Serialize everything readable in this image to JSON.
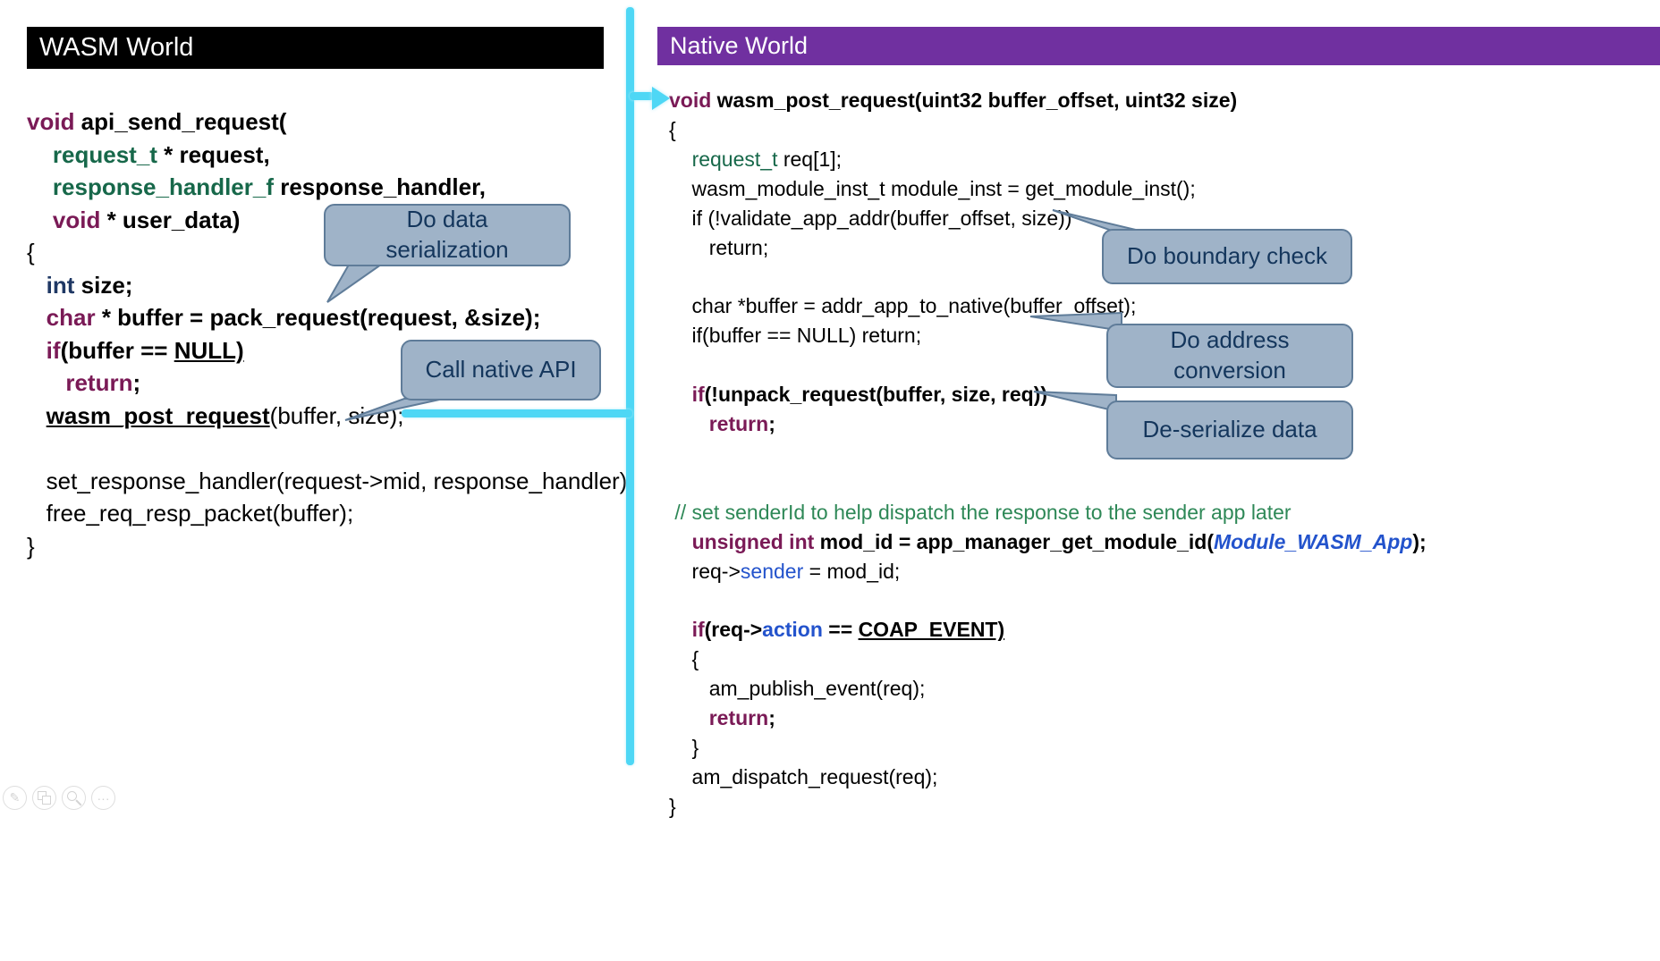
{
  "left_panel": {
    "header": "WASM World",
    "code": [
      [
        {
          "t": "void",
          "s": "kw"
        },
        {
          "t": " api_send_request(",
          "s": "b"
        }
      ],
      [
        {
          "t": "    ",
          "s": "b"
        },
        {
          "t": "request_t",
          "s": "g b"
        },
        {
          "t": " * request,",
          "s": "b"
        }
      ],
      [
        {
          "t": "    ",
          "s": "b"
        },
        {
          "t": "response_handler_f",
          "s": "g b"
        },
        {
          "t": " response_handler,",
          "s": "b"
        }
      ],
      [
        {
          "t": "    ",
          "s": "b"
        },
        {
          "t": "void",
          "s": "kw"
        },
        {
          "t": " * user_data)",
          "s": "b"
        }
      ],
      [
        {
          "t": "{"
        }
      ],
      [
        {
          "t": "   "
        },
        {
          "t": "int",
          "s": "nv"
        },
        {
          "t": " size;",
          "s": "b"
        }
      ],
      [
        {
          "t": "   "
        },
        {
          "t": "char",
          "s": "kw"
        },
        {
          "t": " * buffer = pack_request(request, &size);",
          "s": "b"
        }
      ],
      [
        {
          "t": "   "
        },
        {
          "t": "if",
          "s": "kw"
        },
        {
          "t": "(buffer == ",
          "s": "b"
        },
        {
          "t": "NULL)",
          "s": "b u"
        }
      ],
      [
        {
          "t": "      "
        },
        {
          "t": "return",
          "s": "kw"
        },
        {
          "t": ";",
          "s": "b"
        }
      ],
      [
        {
          "t": "   "
        },
        {
          "t": "wasm_post_request",
          "s": "b u"
        },
        {
          "t": "(buffer, size);"
        }
      ],
      [],
      [
        {
          "t": "   set_response_handler(request->mid, response_handler);"
        }
      ],
      [
        {
          "t": "   free_req_resp_packet(buffer);"
        }
      ],
      [
        {
          "t": "}"
        }
      ]
    ]
  },
  "right_panel": {
    "header": "Native World",
    "code": [
      [
        {
          "t": "void",
          "s": "kw"
        },
        {
          "t": " wasm_post_request(uint32 buffer_offset, uint32 size)",
          "s": "b"
        }
      ],
      [
        {
          "t": "{"
        }
      ],
      [
        {
          "t": "    "
        },
        {
          "t": "request_t",
          "s": "g"
        },
        {
          "t": " req[1];"
        }
      ],
      [
        {
          "t": "    wasm_module_inst_t module_inst = get_module_inst();"
        }
      ],
      [
        {
          "t": "    if (!validate_app_addr(buffer_offset, size))"
        }
      ],
      [
        {
          "t": "       return;"
        }
      ],
      [],
      [
        {
          "t": "    char *buffer = addr_app_to_native(buffer_offset);"
        }
      ],
      [
        {
          "t": "    if(buffer == NULL) return;"
        }
      ],
      [],
      [
        {
          "t": "    "
        },
        {
          "t": "if",
          "s": "kw"
        },
        {
          "t": "(!unpack_request(buffer, size, req))",
          "s": "b"
        }
      ],
      [
        {
          "t": "       "
        },
        {
          "t": "return",
          "s": "kw"
        },
        {
          "t": ";",
          "s": "b"
        }
      ],
      [],
      [],
      [
        {
          "t": " // set senderId to help dispatch the response to the sender app later",
          "s": "cm"
        }
      ],
      [
        {
          "t": "    "
        },
        {
          "t": "unsigned int",
          "s": "kw"
        },
        {
          "t": " mod_id = app_manager_get_module_id(",
          "s": "b"
        },
        {
          "t": "Module_WASM_App",
          "s": "bli"
        },
        {
          "t": ");",
          "s": "b"
        }
      ],
      [
        {
          "t": "    req->"
        },
        {
          "t": "sender",
          "s": "bl"
        },
        {
          "t": " = mod_id;"
        }
      ],
      [],
      [
        {
          "t": "    "
        },
        {
          "t": "if",
          "s": "kw"
        },
        {
          "t": "(req->",
          "s": "b"
        },
        {
          "t": "action",
          "s": "bl b"
        },
        {
          "t": " == ",
          "s": "b"
        },
        {
          "t": "COAP_EVENT)",
          "s": "b u"
        }
      ],
      [
        {
          "t": "    {"
        }
      ],
      [
        {
          "t": "       am_publish_event(req);"
        }
      ],
      [
        {
          "t": "       "
        },
        {
          "t": "return",
          "s": "kw"
        },
        {
          "t": ";",
          "s": "b"
        }
      ],
      [
        {
          "t": "    }"
        }
      ],
      [
        {
          "t": "    am_dispatch_request(req);"
        }
      ],
      [
        {
          "t": "}"
        }
      ]
    ]
  },
  "callouts": {
    "serialization": "Do data\nserialization",
    "native_api": "Call native API",
    "boundary": "Do boundary check",
    "address": "Do address\nconversion",
    "deserialize": "De-serialize data"
  },
  "colors": {
    "header_left_bg": "#000000",
    "header_right_bg": "#7030A0",
    "callout_fill": "#9FB3C8",
    "callout_border": "#5F7C99",
    "callout_text": "#14365C",
    "flow_arrow": "#4ED7F5",
    "keyword": "#7A1A56",
    "type_green": "#17684A",
    "comment_green": "#2E8857",
    "field_blue": "#2353CC"
  },
  "toolbar": {
    "icons": [
      {
        "name": "pen-icon",
        "glyph": "✎"
      },
      {
        "name": "annotate-icon",
        "glyph": ""
      },
      {
        "name": "zoom-icon",
        "glyph": ""
      },
      {
        "name": "more-options-icon",
        "glyph": "···"
      }
    ]
  }
}
